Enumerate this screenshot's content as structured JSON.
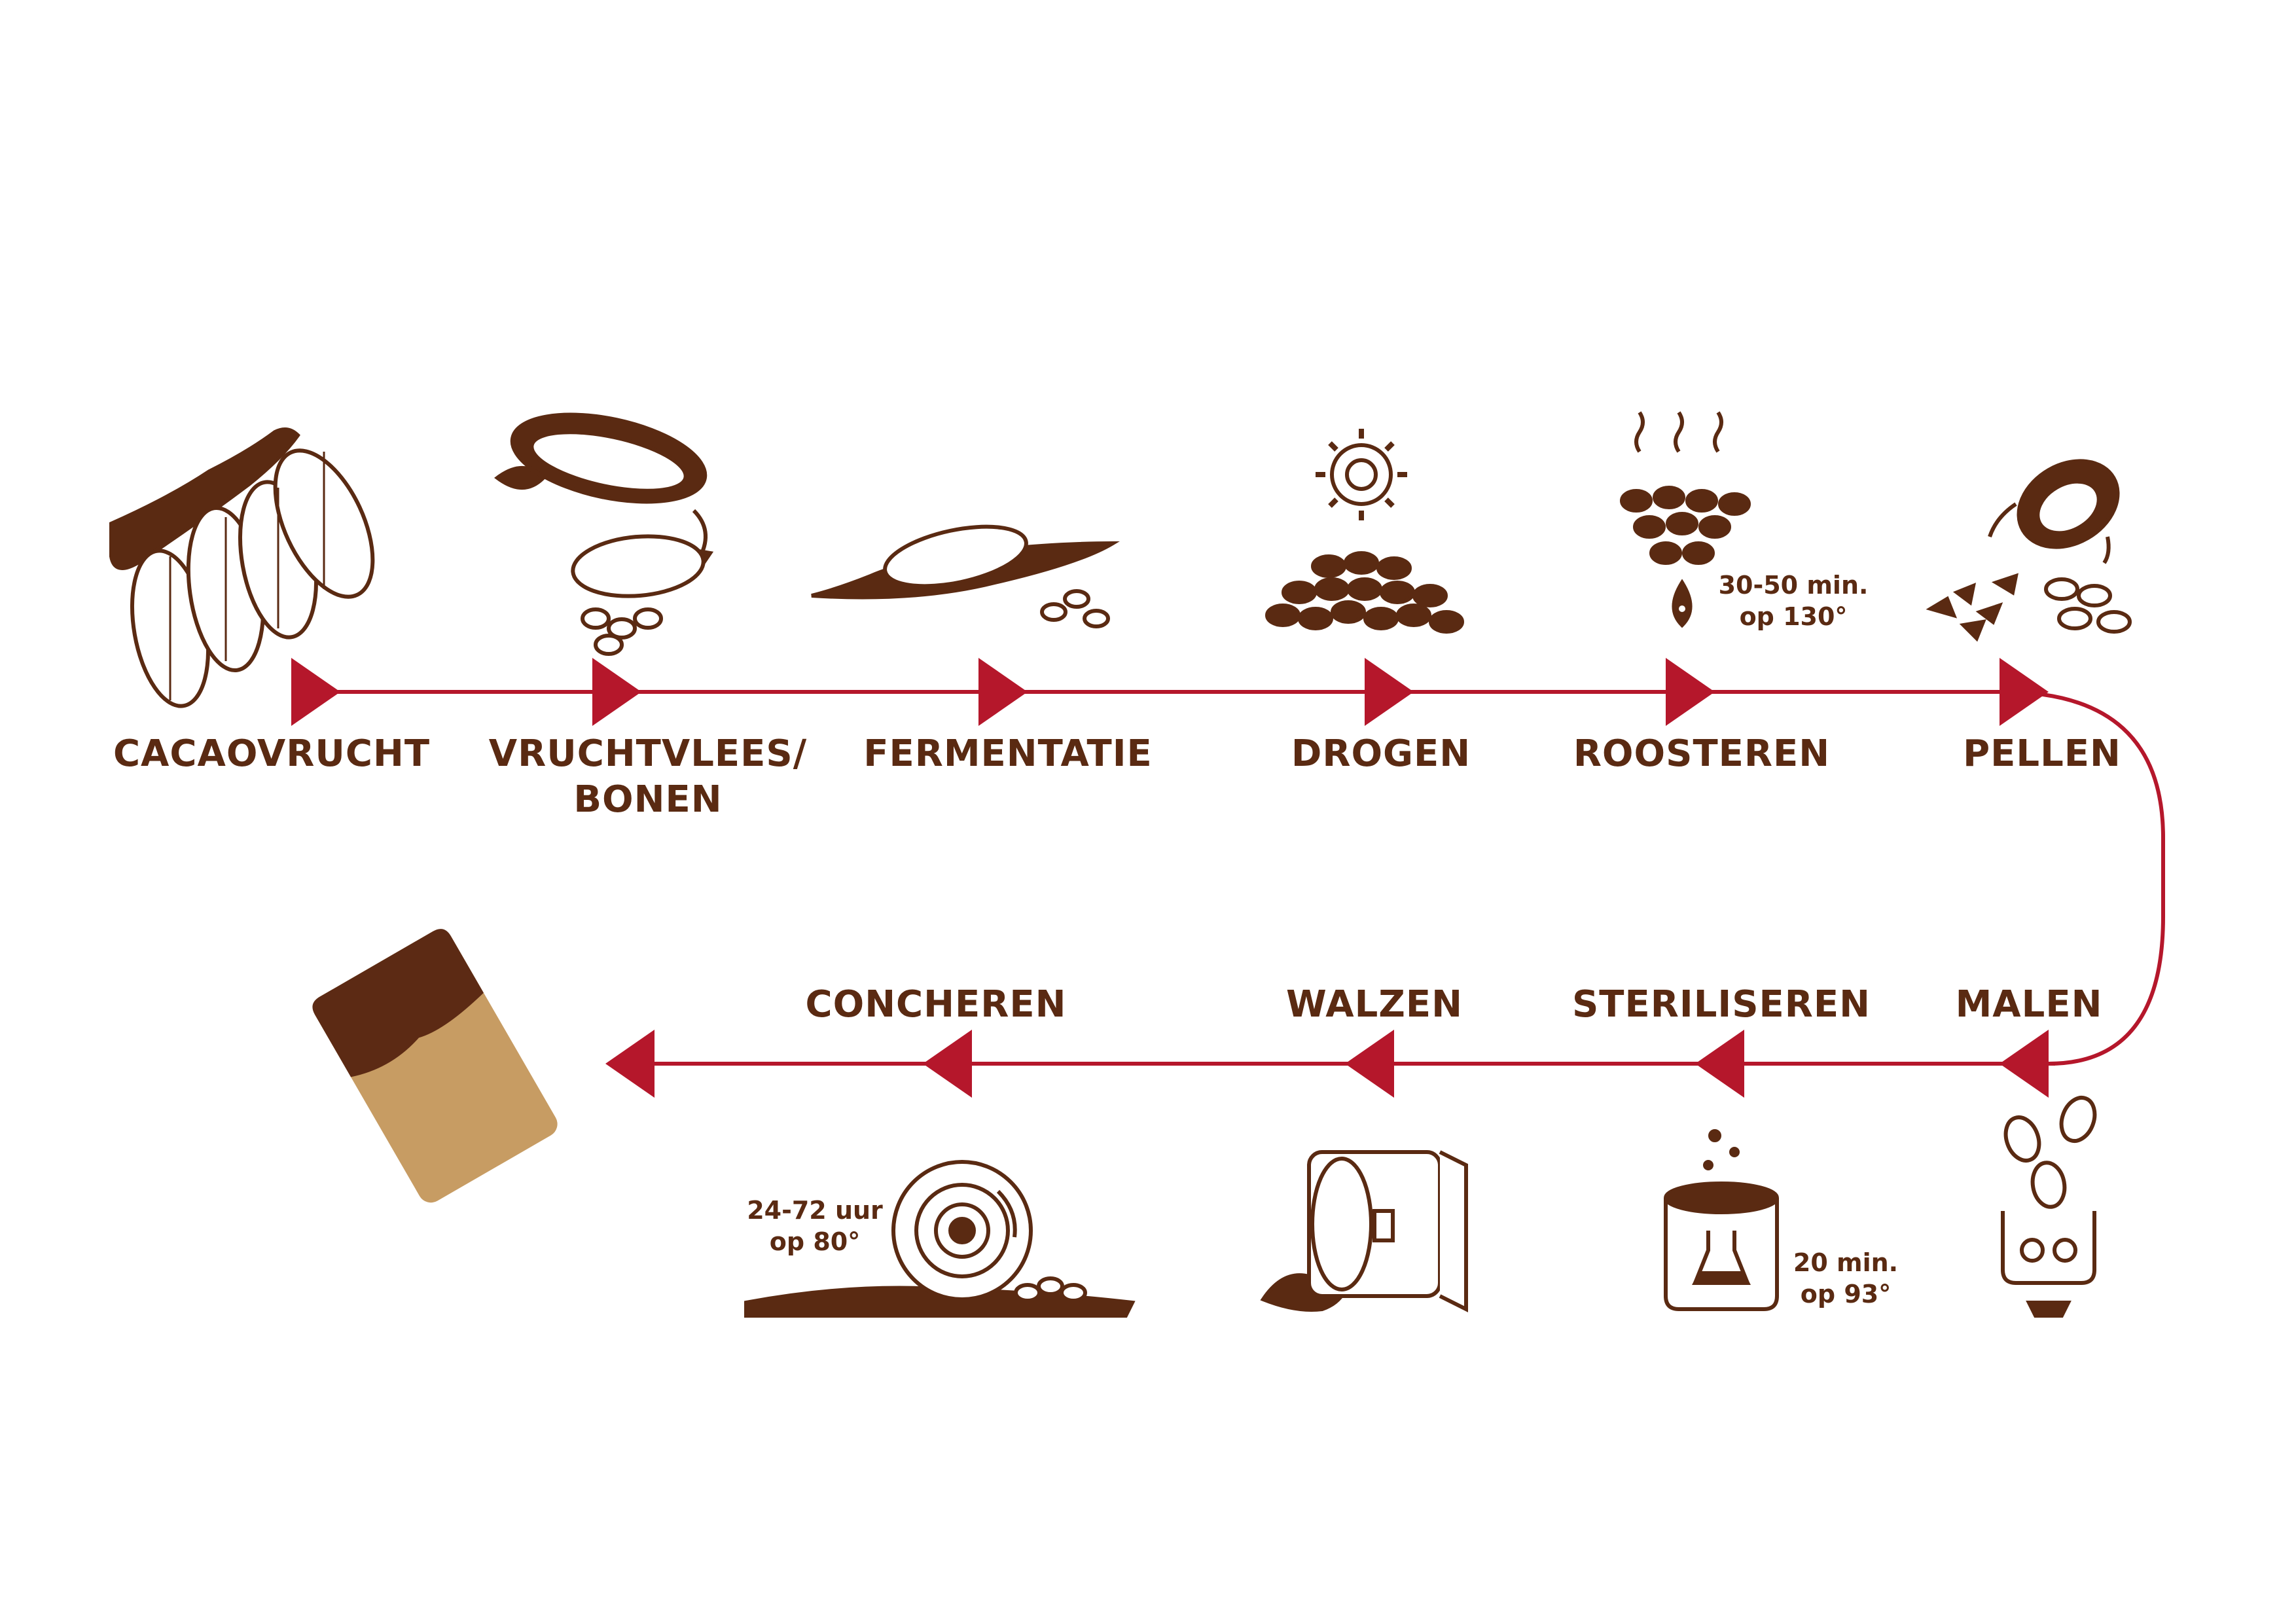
{
  "colors": {
    "line": "#b5172b",
    "brown": "#5a2a12",
    "light_brown": "#c8a06a",
    "dark_chocolate": "#5c2a14"
  },
  "steps": [
    {
      "label": "CACAOVRUCHT",
      "icon": "cacao-pods-icon"
    },
    {
      "label": "VRUCHTVLEES/",
      "label2": "BONEN",
      "icon": "opened-pod-icon"
    },
    {
      "label": "FERMENTATIE",
      "icon": "fermenting-beans-on-leaf-icon"
    },
    {
      "label": "DROGEN",
      "icon": "sun-drying-beans-icon"
    },
    {
      "label": "ROOSTEREN",
      "icon": "roasting-beans-icon"
    },
    {
      "label": "PELLEN",
      "icon": "shelling-beans-icon"
    },
    {
      "label": "MALEN",
      "icon": "grinder-icon"
    },
    {
      "label": "STERILISEREN",
      "icon": "sterilising-pot-icon"
    },
    {
      "label": "WALZEN",
      "icon": "roller-mill-icon"
    },
    {
      "label": "CONCHEREN",
      "icon": "conche-roller-icon"
    }
  ],
  "notes": {
    "roosteren": [
      "30-50 min.",
      "op 130°"
    ],
    "steriliseren": [
      "20 min.",
      "op 93°"
    ],
    "concheren": [
      "24-72 uur",
      "op 80°"
    ]
  },
  "final_icon": "chocolate-bar-icon"
}
